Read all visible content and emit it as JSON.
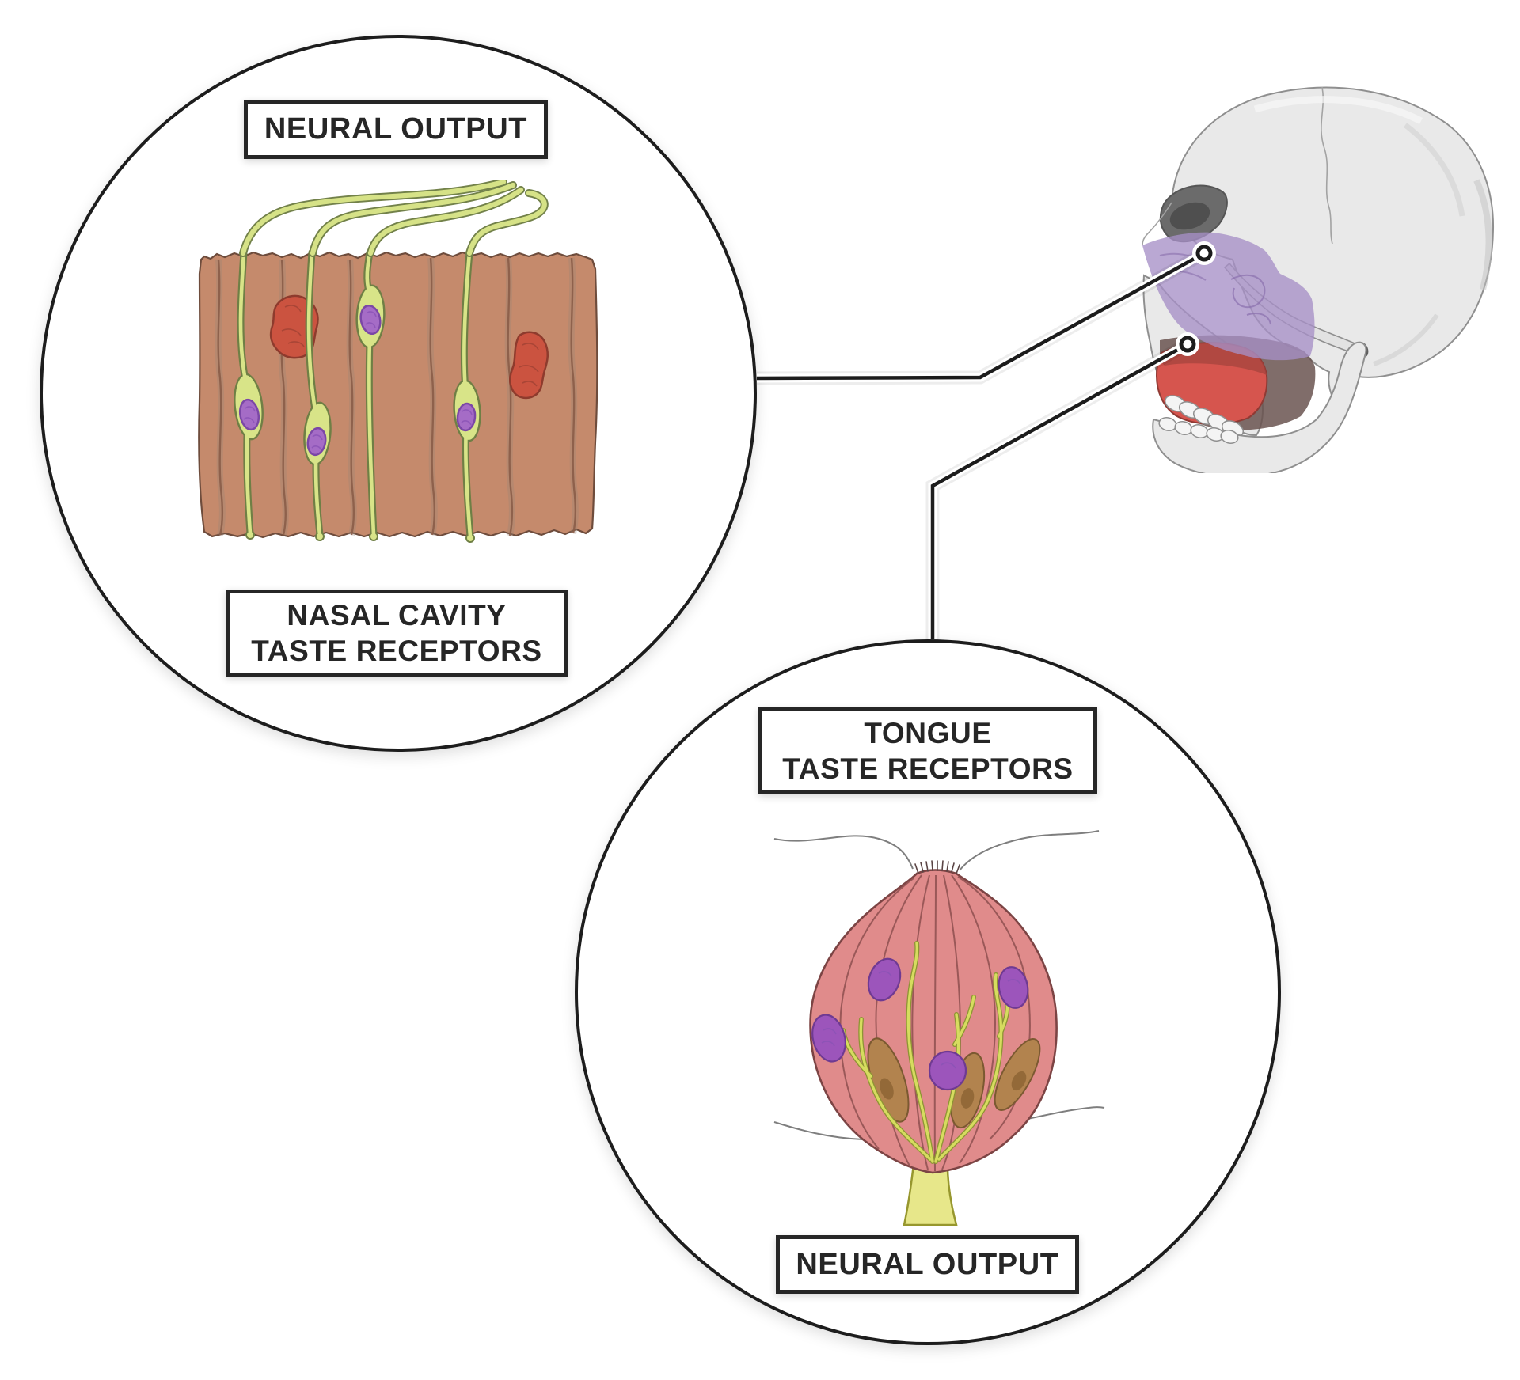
{
  "diagram": {
    "title_semantic": "Taste receptor locations: nasal cavity and tongue callouts on a human skull",
    "nasal_callout": {
      "top_label": "NEURAL OUTPUT",
      "bottom_label": [
        "NASAL CAVITY",
        "TASTE RECEPTORS"
      ]
    },
    "tongue_callout": {
      "top_label": [
        "TONGUE",
        "TASTE RECEPTORS"
      ],
      "bottom_label": "NEURAL OUTPUT"
    },
    "colors": {
      "outline_black": "#1d1d1d",
      "label_text": "#262626",
      "skull_nasal_highlight_purple": "#a78fc6",
      "skull_tongue_highlight_red": "#d6554e",
      "receptor_cell_green": "#d8e488",
      "nucleus_purple": "#a56cc6",
      "tissue_brown": "#c58a6c",
      "gland_red": "#cb5340",
      "taste_bud_pink": "#e08b8b",
      "basal_cell_brown": "#b2834e",
      "nerve_fiber_yellow": "#d6dc5f"
    }
  }
}
